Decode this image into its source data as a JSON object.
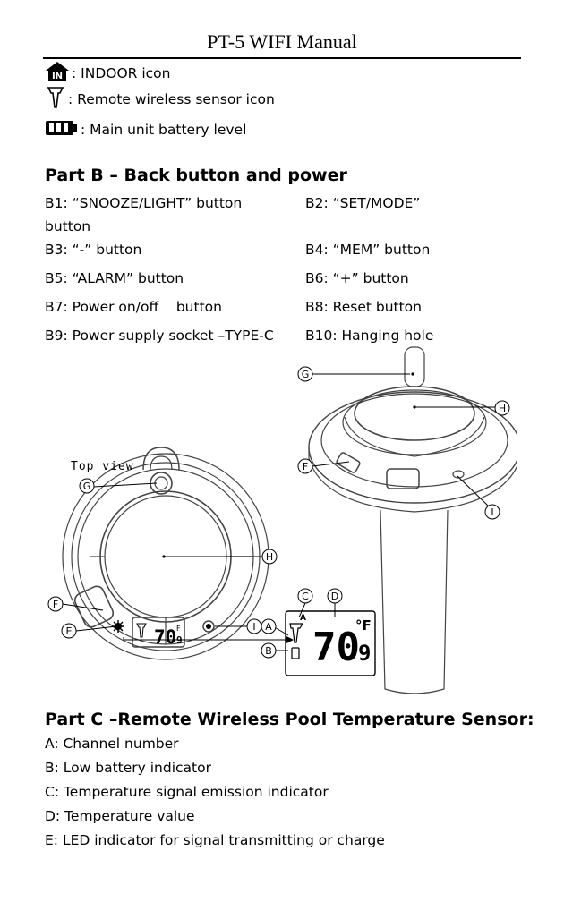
{
  "header": {
    "title": "PT-5 WIFI Manual"
  },
  "icons": [
    {
      "icon": "indoor-house-icon",
      "label": ": INDOOR icon"
    },
    {
      "icon": "remote-sensor-icon",
      "label": ": Remote wireless sensor icon"
    },
    {
      "icon": "battery-icon",
      "label": ": Main unit battery level"
    }
  ],
  "part_b": {
    "heading": "Part B – Back button and power",
    "b1": "B1: “SNOOZE/LIGHT” button",
    "b2": "B2: “SET/MODE”",
    "b2_wrap": "button",
    "b3": "B3: “-” button",
    "b4": "B4: “MEM” button",
    "b5": "B5: “ALARM” button",
    "b6": "B6: “+” button",
    "b7": "B7: Power on/off    button",
    "b8": "B8: Reset button",
    "b9": "B9: Power supply socket –TYPE-C",
    "b10": "B10: Hanging hole"
  },
  "diagram": {
    "top_view": "Top view",
    "callouts": {
      "A": "A",
      "B": "B",
      "C": "C",
      "D": "D",
      "E": "E",
      "F": "F",
      "G": "G",
      "H": "H",
      "I": "I"
    },
    "small_lcd_temp": "70",
    "small_lcd_decimal": "9",
    "small_lcd_unit": "F",
    "large_lcd_temp": "70",
    "large_lcd_decimal": "9",
    "large_lcd_unit": "°F",
    "channel_glyph": "A"
  },
  "part_c": {
    "heading": "Part C –Remote Wireless Pool Temperature Sensor:",
    "items": [
      "A: Channel number",
      "B: Low battery indicator",
      "C: Temperature signal emission indicator",
      "D: Temperature value",
      "E: LED indicator for signal transmitting or charge"
    ]
  }
}
